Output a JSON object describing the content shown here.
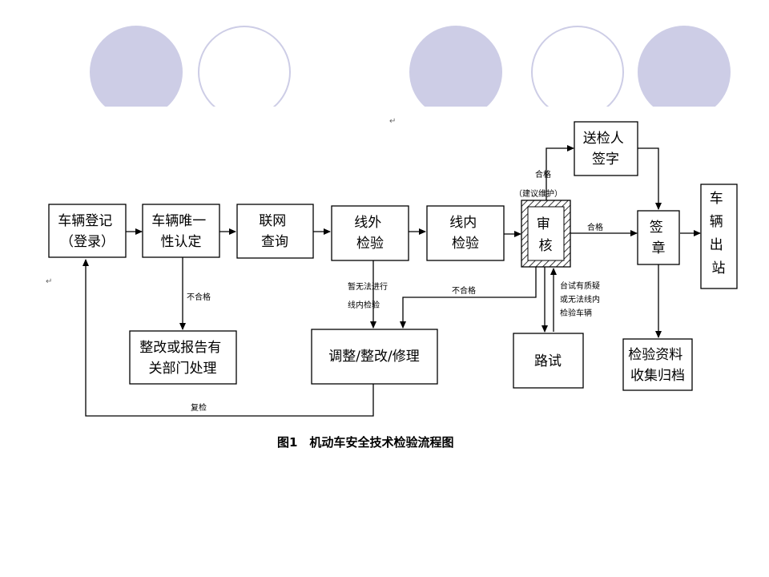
{
  "colors": {
    "circle_fill": "#cdcde6",
    "line": "#000000"
  },
  "decor": {
    "circles": [
      "filled",
      "outline",
      "filled",
      "outline",
      "filled"
    ]
  },
  "boxes": {
    "register": [
      "车辆登记",
      "（登录）"
    ],
    "identify": [
      "车辆唯一",
      "性认定"
    ],
    "online_query": [
      "联网",
      "查询"
    ],
    "outside_inspect": [
      "线外",
      "检验"
    ],
    "inside_inspect": [
      "线内",
      "检验"
    ],
    "review": [
      "审",
      "核"
    ],
    "sender_sign": [
      "送检人",
      "签字"
    ],
    "stamp": [
      "签",
      "章"
    ],
    "exit": [
      "车",
      "辆",
      "出",
      "站"
    ],
    "rectify_report": [
      "整改或报告有",
      "关部门处理"
    ],
    "adjust_repair": [
      "调整/整改/修理"
    ],
    "road_test": [
      "路试"
    ],
    "archive": [
      "检验资料",
      "收集归档"
    ]
  },
  "labels": {
    "qualified_top": "合格",
    "suggest_maintain": "（建议维护）",
    "qualified_right": "合格",
    "unqualified_left": "不合格",
    "cannot_inline": [
      "暂无法进行",
      "线内检验"
    ],
    "unqualified_mid": "不合格",
    "doubt": [
      "台试有质疑",
      "或无法线内",
      "检验车辆"
    ],
    "recheck": "复检"
  },
  "caption": "图1　机动车安全技术检验流程图"
}
